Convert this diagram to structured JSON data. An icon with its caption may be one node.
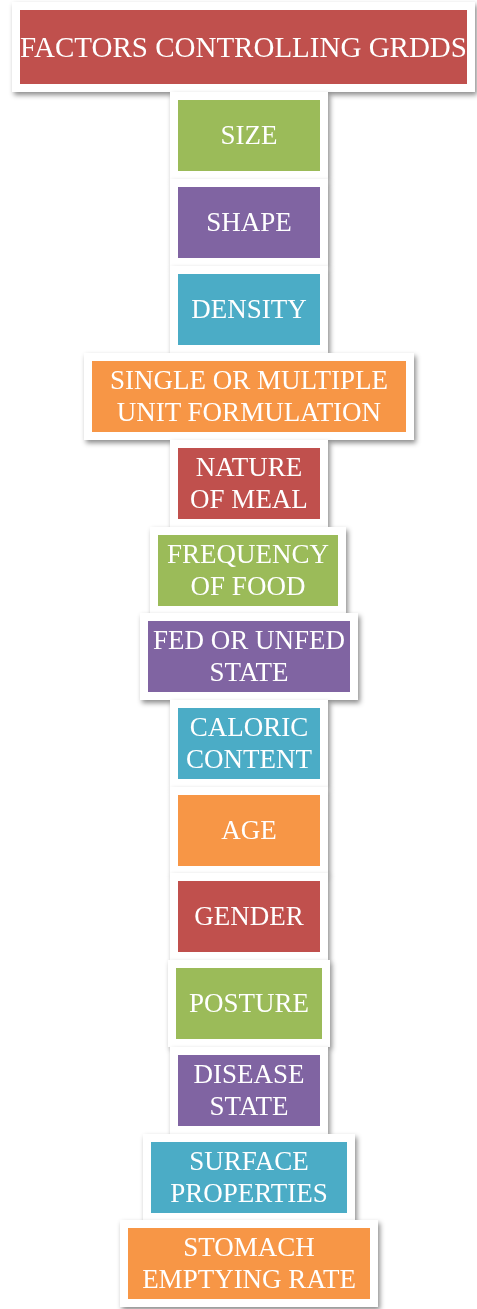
{
  "diagram": {
    "nodes": [
      {
        "text": [
          "FACTORS CONTROLLING GRDDS"
        ]
      },
      {
        "text": [
          "SIZE"
        ]
      },
      {
        "text": [
          "SHAPE"
        ]
      },
      {
        "text": [
          "DENSITY"
        ]
      },
      {
        "text": [
          "SINGLE OR MULTIPLE UNIT FORMULATION"
        ]
      },
      {
        "text": [
          "NATURE OF MEAL"
        ]
      },
      {
        "text": [
          "FREQUENCY OF FOOD"
        ]
      },
      {
        "text": [
          "FED OR UNFED STATE"
        ]
      },
      {
        "text": [
          "CALORIC CONTENT"
        ]
      },
      {
        "text": [
          "AGE"
        ]
      },
      {
        "text": [
          "GENDER"
        ]
      },
      {
        "text": [
          "POSTURE"
        ]
      },
      {
        "text": [
          "DISEASE STATE"
        ]
      },
      {
        "text": [
          "SURFACE PROPERTIES"
        ]
      },
      {
        "text": [
          "STOMACH EMPTYING RATE"
        ]
      }
    ]
  }
}
